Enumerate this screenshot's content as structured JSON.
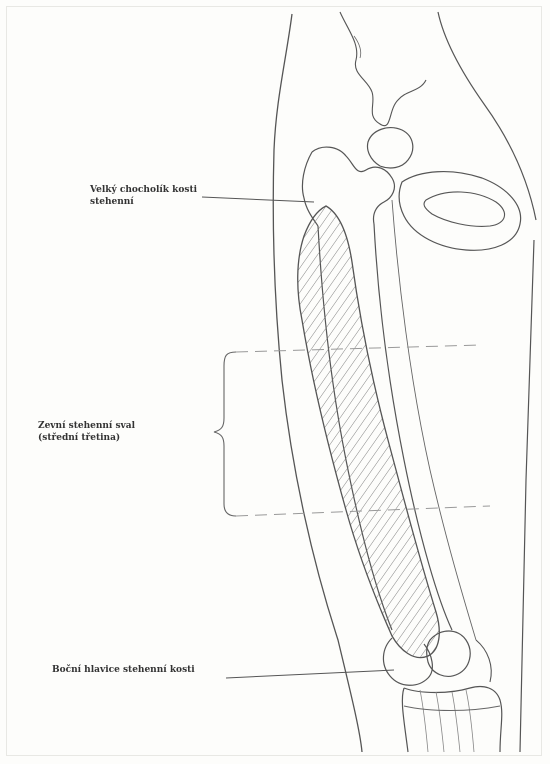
{
  "labels": {
    "greater_trochanter": {
      "line1": "Velký chocholík kosti",
      "line2": "stehenní"
    },
    "vastus_lateralis": {
      "line1": "Zevní stehenní sval",
      "line2": "(střední třetina)"
    },
    "lateral_condyle": {
      "line1": "Boční hlavice stehenní kosti"
    }
  },
  "colors": {
    "ink": "#555555",
    "label_text": "#333333",
    "dashed_line": "#999999",
    "background": "#fdfdfb"
  }
}
